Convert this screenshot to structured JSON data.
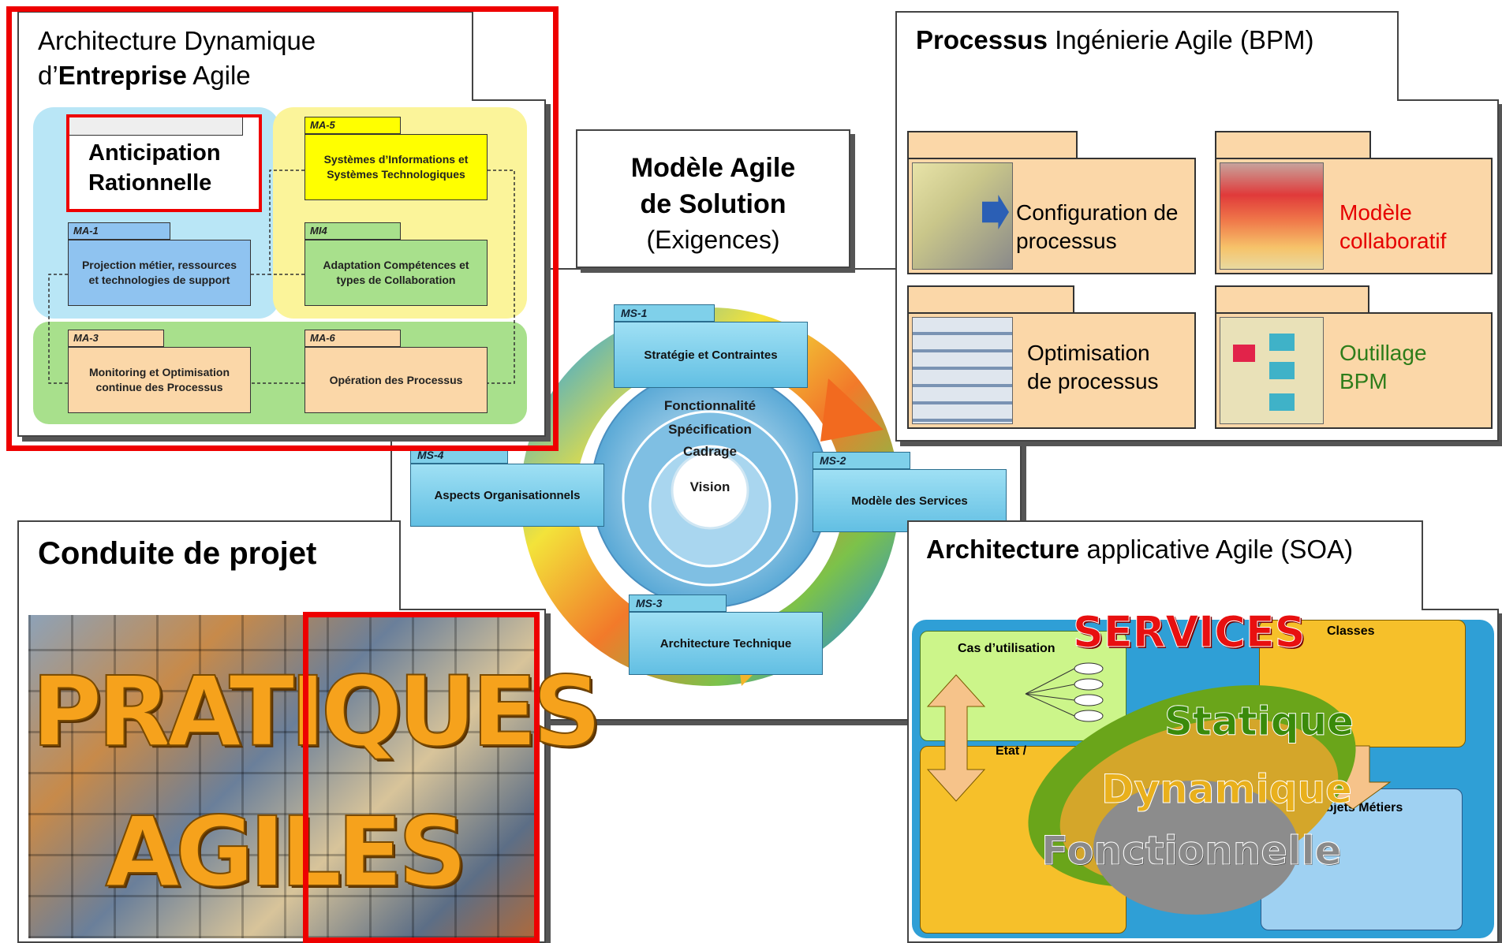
{
  "colors": {
    "highlight_red": "#ee0000",
    "ma_yellow": "#ffff00",
    "ma_green": "#a8e08c",
    "ma_blue": "#8fc3f0",
    "ma_peach": "#fbd7a8",
    "ms_cyan": "#7fd0ea",
    "proc_peach": "#fbd7a8",
    "text_red": "#e60000",
    "text_green": "#2e7d1a"
  },
  "ead": {
    "title_line1": "Architecture Dynamique",
    "title_prefix": "d’",
    "title_bold": "Entreprise",
    "title_suffix": " Agile",
    "anticipation_line1": "Anticipation",
    "anticipation_line2": "Rationnelle",
    "ma5_tag": "MA-5",
    "ma5_text": "Systèmes d’Informations et Systèmes Technologiques",
    "ma1_tag": "MA-1",
    "ma1_text": "Projection métier, ressources et technologies de support",
    "ma4_tag": "MI4",
    "ma4_text": "Adaptation Compétences et types de Collaboration",
    "ma3_tag": "MA-3",
    "ma3_text": "Monitoring et Optimisation continue des Processus",
    "ma6_tag": "MA-6",
    "ma6_text": "Opération des Processus"
  },
  "solution": {
    "title_line1": "Modèle Agile",
    "title_line2": "de Solution",
    "title_line3": "(Exigences)",
    "ms1_tag": "MS-1",
    "ms1_text": "Stratégie et Contraintes",
    "ms2_tag": "MS-2",
    "ms2_text": "Modèle des Services",
    "ms3_tag": "MS-3",
    "ms3_text": "Architecture Technique",
    "ms4_tag": "MS-4",
    "ms4_text": "Aspects Organisationnels",
    "ring1": "Fonctionnalité",
    "ring2": "Spécification",
    "ring3": "Cadrage",
    "ring4": "Vision"
  },
  "bpm": {
    "title_bold": "Processus",
    "title_rest": " Ingénierie Agile (BPM)",
    "items": [
      {
        "label": "Configuration de processus",
        "line1": "Configuration de",
        "line2": "processus",
        "color": "#000000"
      },
      {
        "label": "Modèle collaboratif",
        "line1": "Modèle",
        "line2": "collaboratif",
        "color": "#e60000"
      },
      {
        "label": "Optimisation de processus",
        "line1": "Optimisation",
        "line2": "de processus",
        "color": "#000000"
      },
      {
        "label": "Outillage BPM",
        "line1": "Outillage",
        "line2": "BPM",
        "color": "#2e7d1a"
      }
    ]
  },
  "projet": {
    "title": "Conduite de projet",
    "word1": "PRATIQUES",
    "word2": "AGILES"
  },
  "soa": {
    "title_bold": "Architecture",
    "title_rest": " applicative Agile (SOA)",
    "services": "SERVICES",
    "cas": "Cas d’utilisation",
    "classes": "Classes",
    "etat": "Etat /",
    "objets": "Objets Métiers",
    "statique": "Statique",
    "dynamique": "Dynamique",
    "fonctionnelle": "Fonctionnelle"
  }
}
